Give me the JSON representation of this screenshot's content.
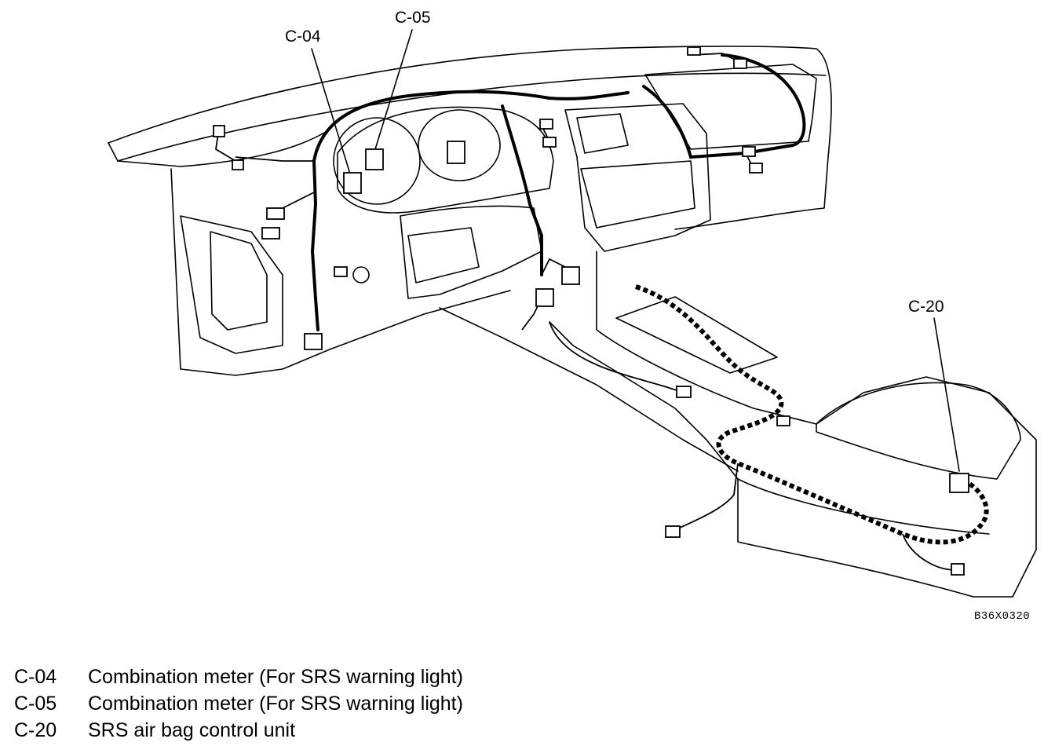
{
  "callouts": [
    {
      "id": "c04",
      "label": "C-04"
    },
    {
      "id": "c05",
      "label": "C-05"
    },
    {
      "id": "c20",
      "label": "C-20"
    }
  ],
  "figure_code": "B36X0320",
  "legend": [
    {
      "code": "C-04",
      "description": "Combination meter (For SRS warning light)"
    },
    {
      "code": "C-05",
      "description": "Combination meter (For SRS warning light)"
    },
    {
      "code": "C-20",
      "description": "SRS air bag control unit"
    }
  ]
}
